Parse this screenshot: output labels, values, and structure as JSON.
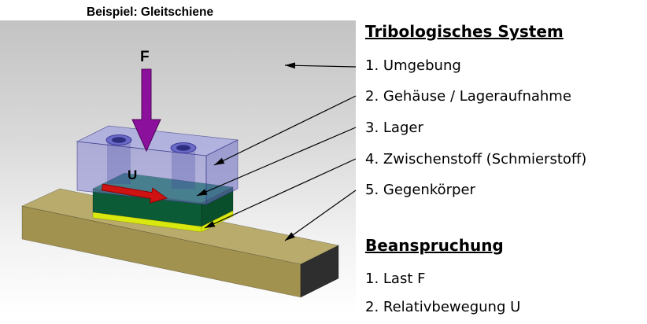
{
  "caption": "Beispiel: Gleitschiene",
  "diagram": {
    "force_label": "F",
    "motion_label": "U"
  },
  "panel": {
    "system": {
      "title": "Tribologisches System",
      "items": [
        "1. Umgebung",
        "2. Gehäuse / Lageraufnahme",
        "3. Lager",
        "4. Zwischenstoff (Schmierstoff)",
        "5. Gegenkörper"
      ]
    },
    "stress": {
      "title": "Beanspruchung",
      "items": [
        "1. Last F",
        "2. Relativbewegung U"
      ]
    }
  },
  "colors": {
    "background_panel_top": "#c3c3c3",
    "rail_top": "#b8ab6c",
    "rail_front": "#a2924f",
    "rail_end": "#2e2e2e",
    "housing_front": "#7d7dd2",
    "housing_top": "#9a9ae0",
    "housing_side": "#6a6ac4",
    "bearing_top": "#12804d",
    "bearing_front": "#0b5c36",
    "bearing_side": "#0a4f2c",
    "lubricant": "#d9e80e",
    "force_arrow": "#8b109b",
    "motion_arrow": "#cf1212",
    "leader": "#000000"
  }
}
